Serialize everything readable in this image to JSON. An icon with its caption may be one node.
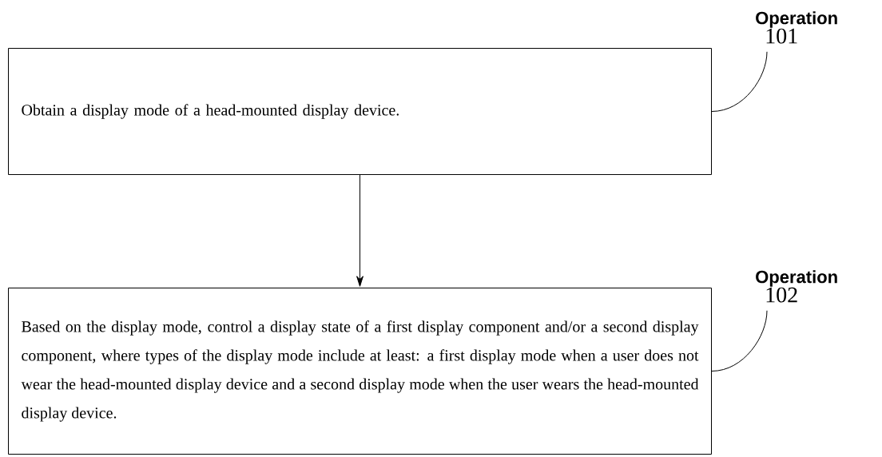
{
  "diagram": {
    "nodes": [
      {
        "text": [
          "Obtain a display mode of a head-mounted display device."
        ]
      },
      {
        "text": [
          "Based on the display mode, control a display state of a first display component and/or a second display component, where types of the display mode include at least: a first display mode when a user does not wear the head-mounted display device and a second display mode when the user wears the head-mounted display device."
        ]
      },
      {
        "text": [
          "Operation",
          "101"
        ]
      },
      {
        "text": [
          "Operation",
          "102"
        ]
      }
    ],
    "edges": [
      {
        "from": 0,
        "to": 1,
        "arrow": "to"
      },
      {
        "from": 2,
        "to": 0,
        "arrow": "none"
      },
      {
        "from": 3,
        "to": 1,
        "arrow": "none"
      }
    ]
  }
}
